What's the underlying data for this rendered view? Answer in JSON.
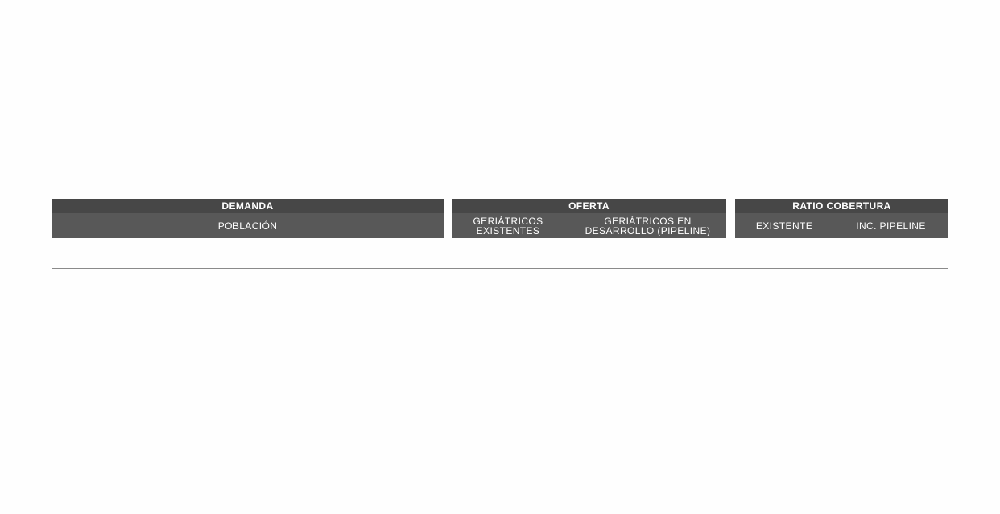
{
  "table": {
    "groups": [
      {
        "title": "DEMANDA",
        "columns": [
          "POBLACIÓN"
        ]
      },
      {
        "title": "OFERTA",
        "columns": [
          "GERIÁTRICOS EXISTENTES",
          "GERIÁTRICOS EN DESARROLLO (PIPELINE)"
        ]
      },
      {
        "title": "RATIO COBERTURA",
        "columns": [
          "EXISTENTE",
          "INC. PIPELINE"
        ]
      }
    ]
  },
  "colors": {
    "header_top": "#474747",
    "header_bottom": "#585858",
    "rule": "#8a8a8a"
  }
}
